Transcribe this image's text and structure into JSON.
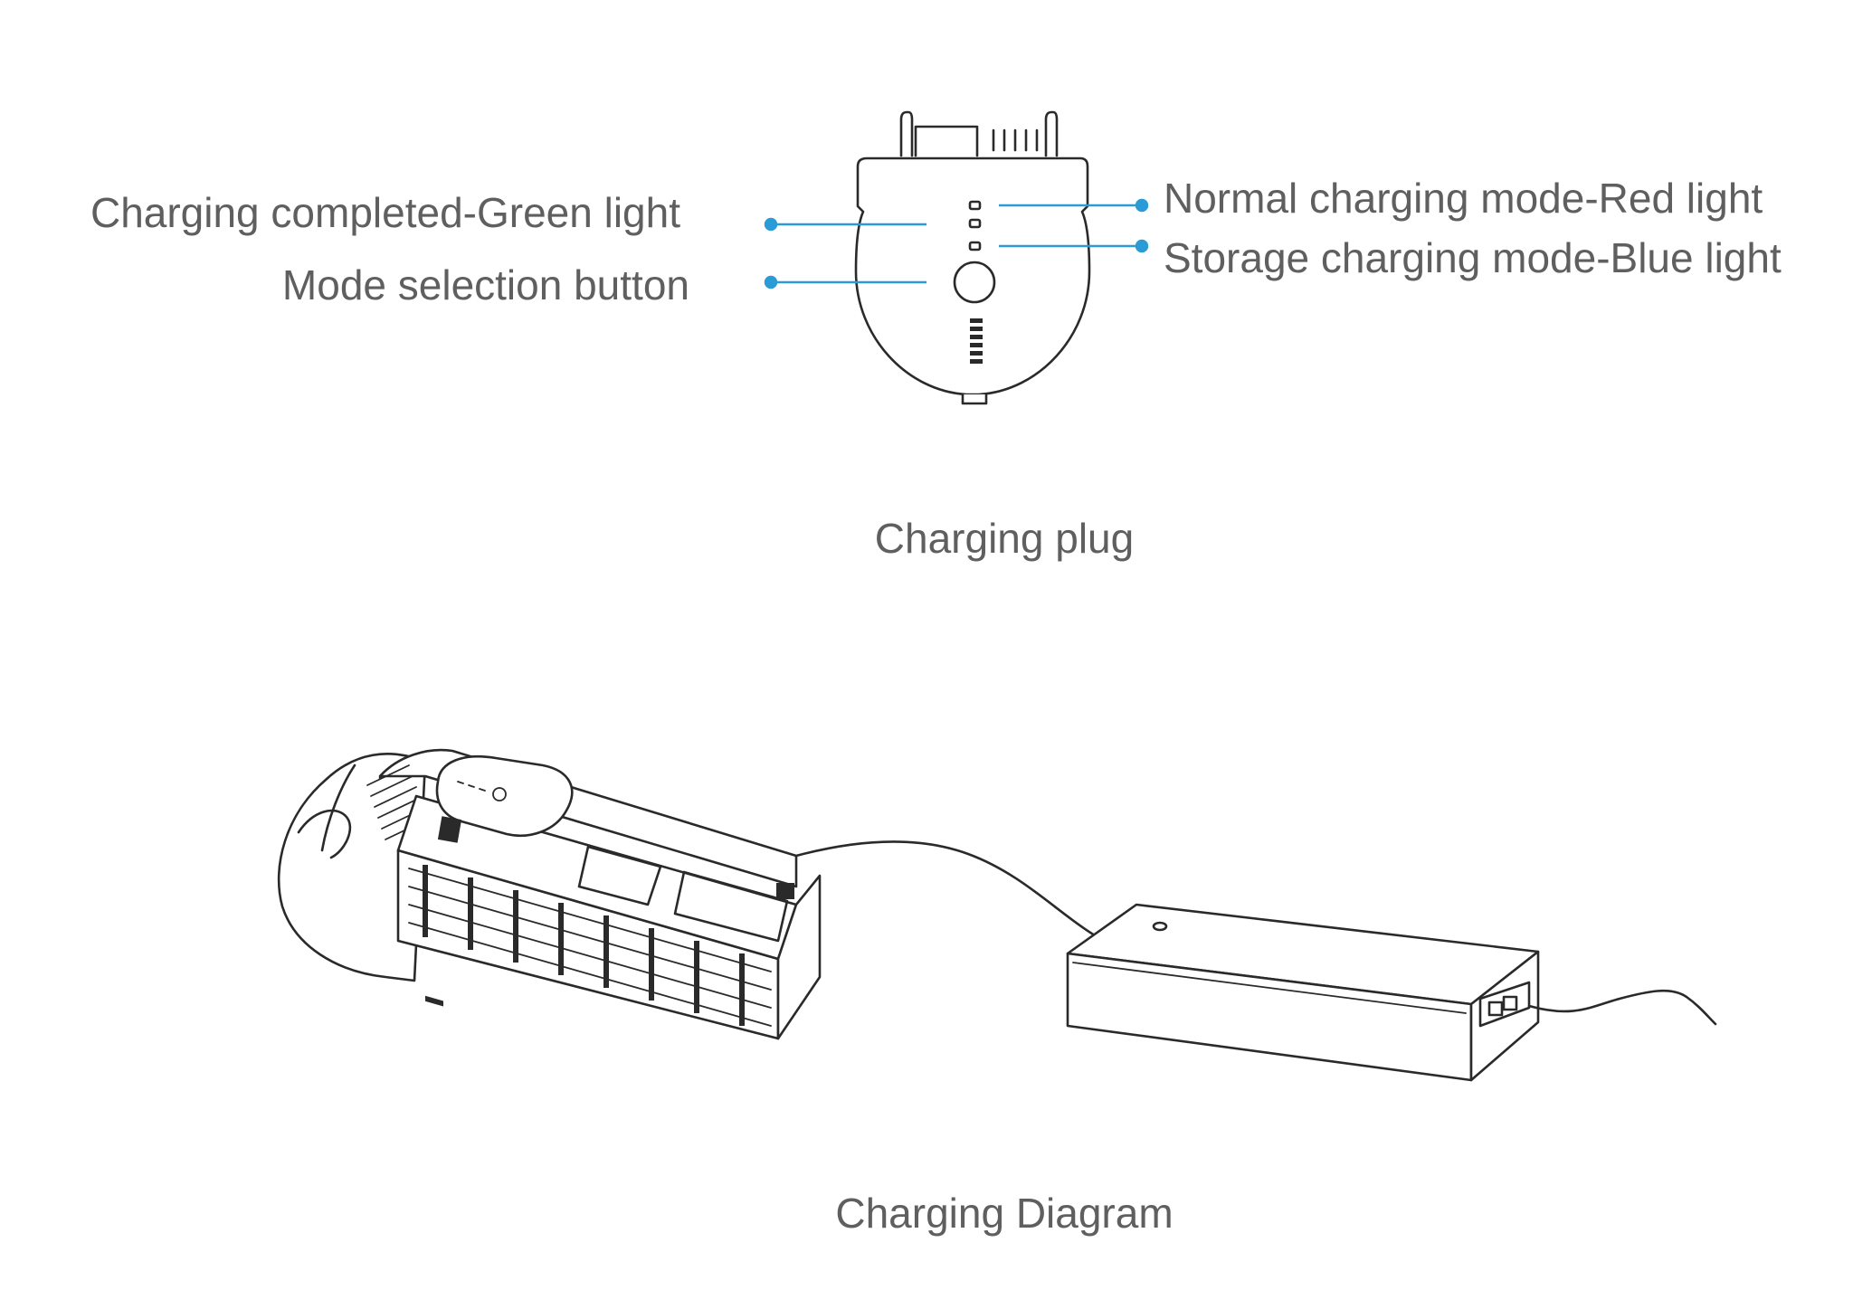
{
  "colors": {
    "text": "#5f5f5f",
    "leader": "#2b9bd6",
    "drawing": "#2a2a2a"
  },
  "plug": {
    "callouts_left": [
      {
        "label": "Charging completed-Green light"
      },
      {
        "label": "Mode selection button"
      }
    ],
    "callouts_right": [
      {
        "label": "Normal charging mode-Red light"
      },
      {
        "label": "Storage charging mode-Blue light"
      }
    ],
    "caption": "Charging plug"
  },
  "diagram": {
    "caption": "Charging Diagram"
  }
}
